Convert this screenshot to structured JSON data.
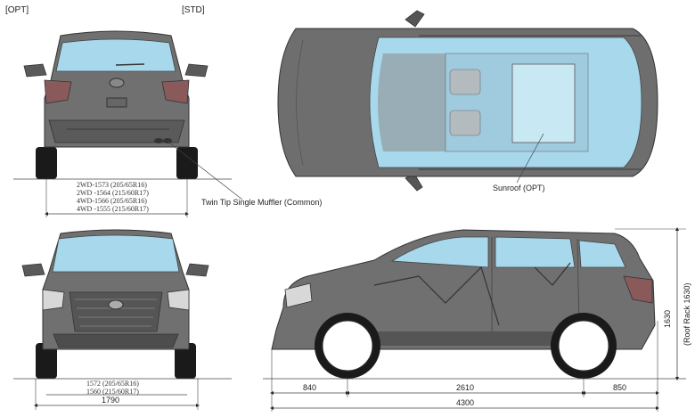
{
  "labels": {
    "opt": "[OPT]",
    "std": "[STD]",
    "muffler": "Twin Tip Single Muffler (Common)",
    "sunroof": "Sunroof (OPT)"
  },
  "rear_track": [
    "2WD-1573 (205/65R16)",
    "2WD -1564 (215/60R17)",
    "4WD-1566 (205/65R16)",
    "4WD -1555 (215/60R17)"
  ],
  "front_track": [
    "1572 (205/65R16)",
    "1560 (215/60R17)"
  ],
  "dimensions": {
    "width": "1790",
    "front_overhang": "840",
    "wheelbase": "2610",
    "rear_overhang": "850",
    "length": "4300",
    "height": "1630",
    "height_roof_rack": "(Roof Rack 1630)"
  },
  "colors": {
    "body": "#6e6e6e",
    "glass": "#a8d8ec",
    "tire": "#1a1a1a"
  }
}
